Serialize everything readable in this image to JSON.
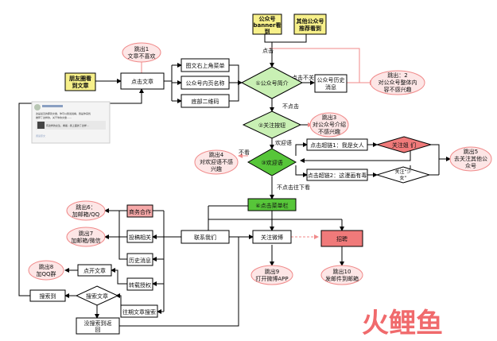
{
  "colors": {
    "yellow": "#f7f08a",
    "green": "#c9f0b4",
    "green_dark": "#57c639",
    "red_fill": "#f6a8a8",
    "red_dia": "#f07a7a",
    "pink": "#fde6e6",
    "line": "#000000",
    "red_line": "#f08a8a",
    "watermark": "#ef5a5d"
  },
  "nodes": {
    "banner": [
      "公众号",
      "banner看",
      "到"
    ],
    "other_rec": [
      "其他公众号",
      "推荐看到"
    ],
    "friend": [
      "朋友圈看",
      "到文章"
    ],
    "click_article": "点击文章",
    "corner_menu": "图文右上角菜单",
    "inner_name": "公众号内页名称",
    "bottom_qr": "底部二维码",
    "intro": "①公众号简介",
    "history_msg": [
      "公众号历史",
      "消息"
    ],
    "follow": "②关注按钮",
    "welcome": "③欢迎语",
    "link1": "点击超链1：我是女人",
    "link2": "点击超链2：这漫画有毒",
    "follow_tab": "关注姐 们",
    "follow_shao": [
      "关注“少",
      "女”"
    ],
    "menu": "④点击菜单栏",
    "business": "商务合作",
    "submit": "投稿相关",
    "history": "历史消息",
    "reprint": "转载授权",
    "past_search": "往期文章搜索",
    "contact": "联系我们",
    "weibo": "关注微博",
    "recruit": "招聘",
    "open_article": "点开文章",
    "search_article": "搜索到",
    "search_diamond": "搜索文章",
    "not_found": [
      "没搜索到返",
      "回"
    ]
  },
  "exits": {
    "e1": [
      "跳出1",
      "文章不喜欢"
    ],
    "e2": [
      "跳出：2",
      "对公众号整体内",
      "容不感兴趣"
    ],
    "e3": [
      "跳出3",
      "对公众号介绍",
      "不感兴趣"
    ],
    "e4": [
      "跳出4",
      "对欢迎语不感",
      "兴趣"
    ],
    "e5": [
      "跳出5",
      "去关注其他公",
      "众号"
    ],
    "e6": [
      "跳出6：",
      "加邮箱/QQ"
    ],
    "e7": [
      "跳出7",
      "加邮箱/微信"
    ],
    "e8": [
      "跳出8",
      "加QQ群"
    ],
    "e9": [
      "跳出9",
      "打开微博APP"
    ],
    "e10": [
      "跳出10",
      "发邮件到邮箱"
    ]
  },
  "edges": {
    "click": "点击",
    "click_no_follow": "点击不关注",
    "no_click": "不点击",
    "welcome_lbl": "欢迎语",
    "no_look": "不看",
    "no_click_down": "不点击往下看"
  },
  "screenshot": {
    "line1": "这是最近的那篇文章，你可以我说说嘛，我是你来找",
    "line2": "推荐了这样的，关于你的文章……",
    "preview": "有这样的女生，看着...我上面的了这样...",
    "footer": "阅读原文"
  },
  "watermark": {
    "brand": "火鲤鱼"
  }
}
